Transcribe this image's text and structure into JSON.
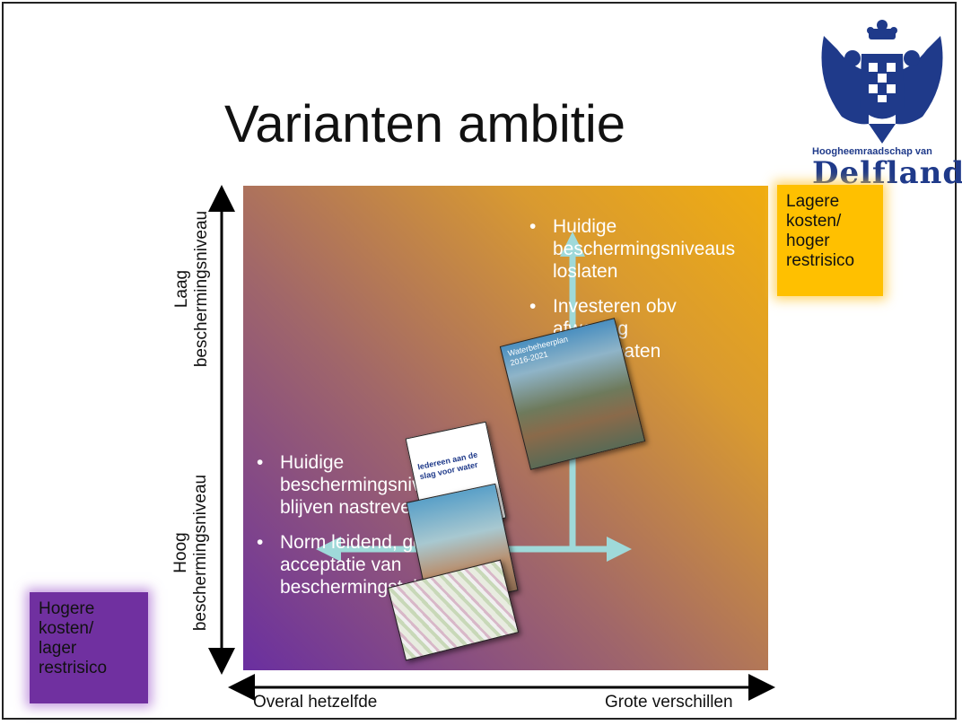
{
  "slide": {
    "title": "Varianten ambitie",
    "logo": {
      "subtitle": "Hoogheemraadschap van",
      "name": "Delfland"
    }
  },
  "axes": {
    "y_top": [
      "Laag",
      "beschermingsniveau"
    ],
    "y_bottom": [
      "Hoog",
      "beschermingsniveau"
    ],
    "x_left": "Overal hetzelfde",
    "x_right": "Grote verschillen"
  },
  "corners": {
    "top_right": [
      "Lagere",
      "kosten/",
      "hoger",
      "restrisico"
    ],
    "bottom_left": [
      "Hogere",
      "kosten/",
      "lager",
      "restrisico"
    ]
  },
  "bullets_top": [
    [
      "Huidige",
      "beschermingsniveaus",
      "loslaten"
    ],
    [
      "Investeren obv",
      "afweging",
      "kosten/baten"
    ]
  ],
  "bullets_bottom": [
    [
      "Huidige",
      "beschermingsniveau",
      "blijven nastreven"
    ],
    [
      "Norm leidend, geen",
      "acceptatie van",
      "beschermingstekort"
    ]
  ],
  "documents": {
    "waterbeheerplan": "Waterbeheerplan 2016-2021",
    "iedereen": [
      "Iedereen aan de",
      "slag voor water"
    ]
  },
  "colors": {
    "gradient_low": "#6a2fa0",
    "gradient_high": "#f0ad10",
    "arrow": "#9fd9d9",
    "tag_orange": "#ffc000",
    "tag_purple": "#7030a0"
  }
}
